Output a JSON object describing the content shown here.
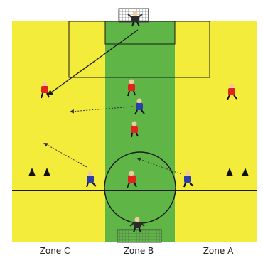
{
  "zones": [
    {
      "id": "zone-c",
      "label": "Zone C"
    },
    {
      "id": "zone-b",
      "label": "Zone B"
    },
    {
      "id": "zone-a",
      "label": "Zone A"
    }
  ],
  "colors": {
    "outer_zone": "#f4ec3a",
    "center_zone": "#5fb647",
    "line": "#1a1a1a",
    "red_team": "#e0231b",
    "blue_team": "#2a3fa8",
    "keeper": "#2b2b2b",
    "cone": "#111111",
    "background": "#ffffff"
  },
  "players": [
    {
      "team": "red",
      "name": "red-player-left-wide"
    },
    {
      "team": "red",
      "name": "red-player-center-top"
    },
    {
      "team": "red",
      "name": "red-player-center-mid"
    },
    {
      "team": "red",
      "name": "red-player-right-wide"
    },
    {
      "team": "red",
      "name": "red-player-center-circle"
    },
    {
      "team": "blue",
      "name": "blue-player-center"
    },
    {
      "team": "blue",
      "name": "blue-player-left-low"
    },
    {
      "team": "blue",
      "name": "blue-player-right-low"
    },
    {
      "team": "keeper",
      "name": "goalkeeper-top"
    },
    {
      "team": "keeper",
      "name": "goalkeeper-bottom"
    }
  ]
}
